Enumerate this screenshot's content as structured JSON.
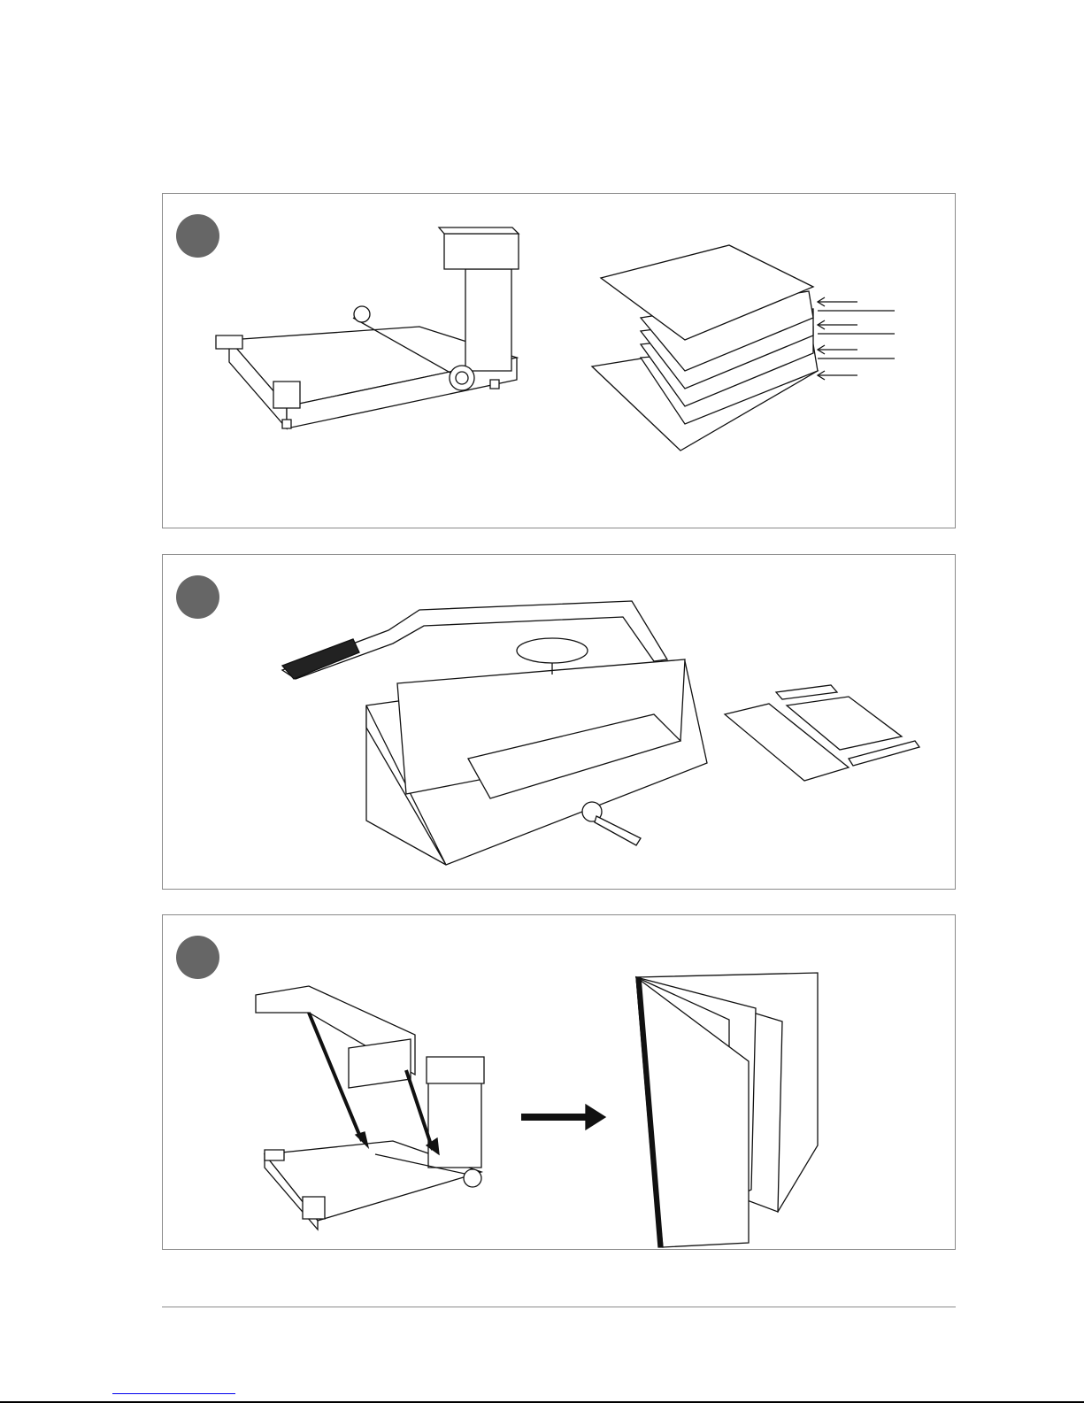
{
  "colors": {
    "step_marker": "#666666",
    "panel_border": "#8a8a8a",
    "link": "#0000ee",
    "line_art": "#111111"
  },
  "steps": [
    {
      "illustration_left": "binding-machine",
      "illustration_right": "paper-stack-with-arrows"
    },
    {
      "illustration_left": "cover-press",
      "illustration_right": "cover-boards"
    },
    {
      "illustration_left": "binding-machine-attachment",
      "illustration_right": "hardcover-book"
    }
  ]
}
